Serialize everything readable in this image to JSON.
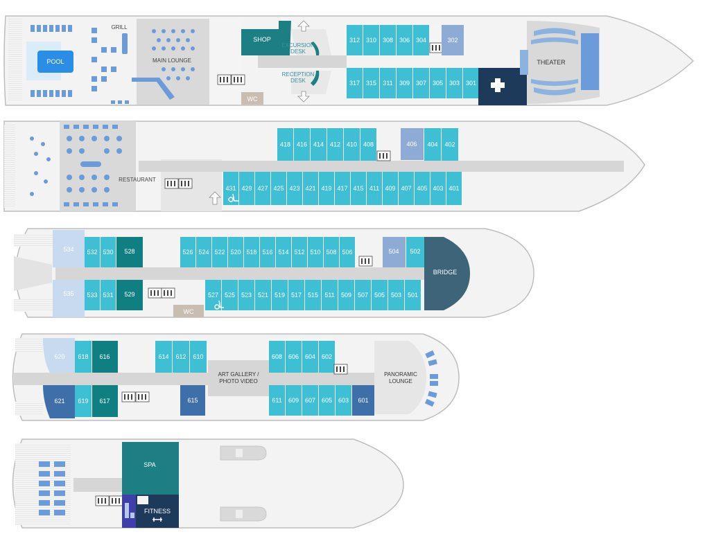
{
  "colors": {
    "cabin": "#3fbfd4",
    "cabin_dark": "#10898c",
    "cabin_teal": "#0f7f82",
    "suite_blue": "#8eabd6",
    "suite_deep": "#3f6fa8",
    "suite_light": "#c7daf0",
    "public_grey": "#d6d6d6",
    "hull": "#f2f2f2",
    "hull_line": "#bfbfbf",
    "navy": "#1e3a5a",
    "bridge": "#3d6478",
    "furniture": "#6b9bd8",
    "wc": "#c9bcb0",
    "shop": "#1d7f83",
    "theater_seat": "#8cb2e0"
  },
  "deck3": {
    "grill": "GRILL",
    "pool": "POOL",
    "main_lounge": "MAIN LOUNGE",
    "shop": "SHOP",
    "excursion_desk": [
      "EXCURSION",
      "DESK"
    ],
    "reception_desk": [
      "RECEPTION",
      "DESK"
    ],
    "wc": "WC",
    "theater": "THEATER",
    "cabins_top": [
      "312",
      "310",
      "308",
      "306",
      "304"
    ],
    "cabin_302": "302",
    "cabins_bottom": [
      "317",
      "315",
      "311",
      "309",
      "307",
      "305",
      "303",
      "301"
    ]
  },
  "deck4": {
    "restaurant": "RESTAURANT",
    "cabins_top": [
      "418",
      "416",
      "414",
      "412",
      "410",
      "408"
    ],
    "cabin_406": "406",
    "cabins_top_fwd": [
      "404",
      "402"
    ],
    "cabins_bottom": [
      "431",
      "429",
      "427",
      "425",
      "423",
      "421",
      "419",
      "417",
      "415",
      "411",
      "409",
      "407",
      "405",
      "403",
      "401"
    ]
  },
  "deck5": {
    "bridge": "BRIDGE",
    "wc": "WC",
    "suite_534": "534",
    "suite_535": "535",
    "cabins_top_aft": [
      "532",
      "530"
    ],
    "cabin_528": "528",
    "cabins_top": [
      "526",
      "524",
      "522",
      "520",
      "518",
      "516",
      "514",
      "512",
      "510",
      "508",
      "506"
    ],
    "cabin_504": "504",
    "cabin_502": "502",
    "cabins_bottom_aft": [
      "533",
      "531"
    ],
    "cabin_529": "529",
    "cabins_bottom": [
      "527",
      "525",
      "523",
      "521",
      "519",
      "517",
      "515",
      "511",
      "509",
      "507",
      "505",
      "503",
      "501"
    ]
  },
  "deck6": {
    "art_gallery": [
      "ART GALLERY /",
      "PHOTO VIDEO"
    ],
    "panoramic_lounge": [
      "PANORAMIC",
      "LOUNGE"
    ],
    "suite_620": "620",
    "cabin_618": "618",
    "cabin_616": "616",
    "cabins_top_mid": [
      "614",
      "612",
      "610"
    ],
    "cabins_top_fwd": [
      "608",
      "606",
      "604",
      "602"
    ],
    "suite_621": "621",
    "cabin_619": "619",
    "cabin_617": "617",
    "cabin_615": "615",
    "cabins_bottom_fwd": [
      "611",
      "609",
      "607",
      "605",
      "603"
    ],
    "cabin_601": "601"
  },
  "deck7": {
    "spa": "SPA",
    "fitness": "FITNESS"
  }
}
